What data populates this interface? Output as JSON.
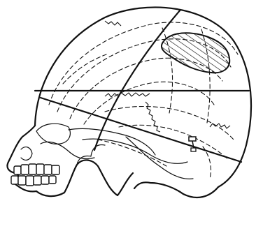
{
  "figure": {
    "subject": "skull-lateral-view-with-cranial-reference-lines",
    "colors": {
      "ink": "#111111",
      "background": "#ffffff"
    },
    "icons": [
      "skull-outline",
      "hatched-lesion",
      "electrode-marker"
    ]
  }
}
